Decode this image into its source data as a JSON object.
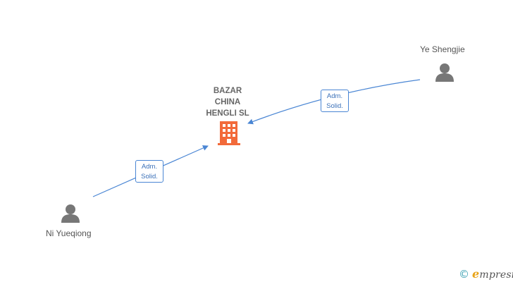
{
  "company": {
    "name_lines": [
      "BAZAR",
      "CHINA",
      "HENGLI SL"
    ],
    "icon": "building-icon",
    "icon_color": "#f26a3a"
  },
  "persons": [
    {
      "name": "Ye Shengjie",
      "icon": "person-icon"
    },
    {
      "name": "Ni Yueqiong",
      "icon": "person-icon"
    }
  ],
  "relations": [
    {
      "from": "Ye Shengjie",
      "to": "BAZAR CHINA HENGLI SL",
      "role_lines": [
        "Adm.",
        "Solid."
      ]
    },
    {
      "from": "Ni Yueqiong",
      "to": "BAZAR CHINA HENGLI SL",
      "role_lines": [
        "Adm.",
        "Solid."
      ]
    }
  ],
  "colors": {
    "edge": "#4a86d4",
    "person_icon": "#777777"
  },
  "footer": {
    "copyright": "©",
    "brand_initial": "e",
    "brand_rest": "mpresia"
  }
}
